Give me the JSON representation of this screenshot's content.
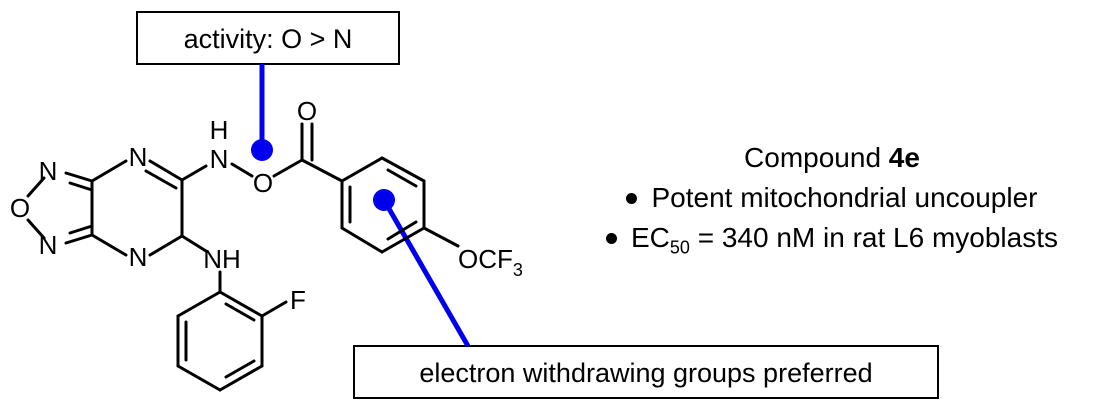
{
  "callouts": {
    "top_label": "activity: O > N",
    "bottom_label": "electron withdrawing groups preferred",
    "marker_color": "#0000ee"
  },
  "molecule": {
    "atoms": {
      "oxadiazole_n_top": "N",
      "oxadiazole_o": "O",
      "oxadiazole_n_bottom": "N",
      "pyrazine_n_top": "N",
      "pyrazine_n_bottom": "N",
      "amide_h": "H",
      "amide_n": "N",
      "link_o": "O",
      "carbonyl_o": "O",
      "anilino_nh": "NH",
      "fluorine": "F",
      "ocf3_main": "OCF",
      "ocf3_sub": "3"
    }
  },
  "compound_info": {
    "title_prefix": "Compound ",
    "title_bold": "4e",
    "bullets": {
      "b1": "Potent mitochondrial uncoupler",
      "b2_pre": "EC",
      "b2_sub": "50",
      "b2_post": " = 340 nM in rat L6 myoblasts"
    }
  }
}
